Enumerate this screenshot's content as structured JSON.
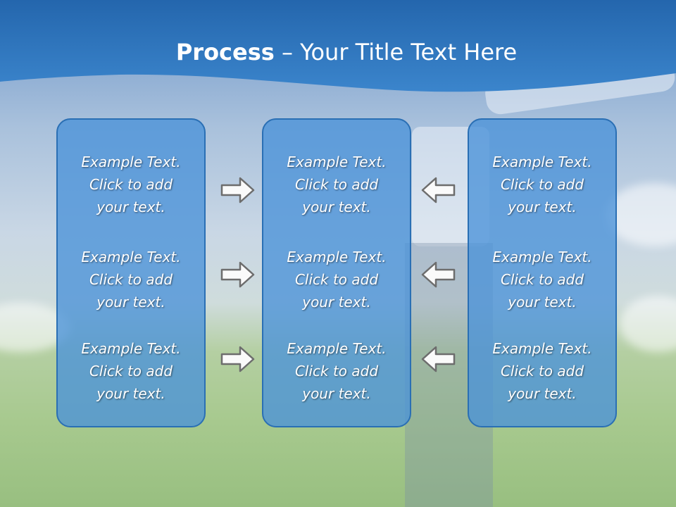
{
  "title": {
    "bold": "Process",
    "rest": " – Your Title Text Here"
  },
  "columns": [
    {
      "items": [
        {
          "l1": "Example Text.",
          "l2": "Click  to add",
          "l3": "your text."
        },
        {
          "l1": "Example Text.",
          "l2": "Click  to add",
          "l3": "your text."
        },
        {
          "l1": "Example Text.",
          "l2": "Click  to add",
          "l3": "your text."
        }
      ]
    },
    {
      "items": [
        {
          "l1": "Example Text.",
          "l2": "Click  to add",
          "l3": "your text."
        },
        {
          "l1": "Example Text.",
          "l2": "Click  to add",
          "l3": "your text."
        },
        {
          "l1": "Example Text.",
          "l2": "Click  to add",
          "l3": "your text."
        }
      ]
    },
    {
      "items": [
        {
          "l1": "Example Text.",
          "l2": "Click  to add",
          "l3": "your text."
        },
        {
          "l1": "Example Text.",
          "l2": "Click  to add",
          "l3": "your text."
        },
        {
          "l1": "Example Text.",
          "l2": "Click  to add",
          "l3": "your text."
        }
      ]
    }
  ],
  "icons": {
    "left_arrows": "arrow-right-icon",
    "right_arrows": "arrow-left-icon"
  },
  "colors": {
    "box_fill": "#4a92d8",
    "box_border": "#2a6fb4",
    "banner": "#2a6fb4",
    "text": "#ffffff"
  }
}
